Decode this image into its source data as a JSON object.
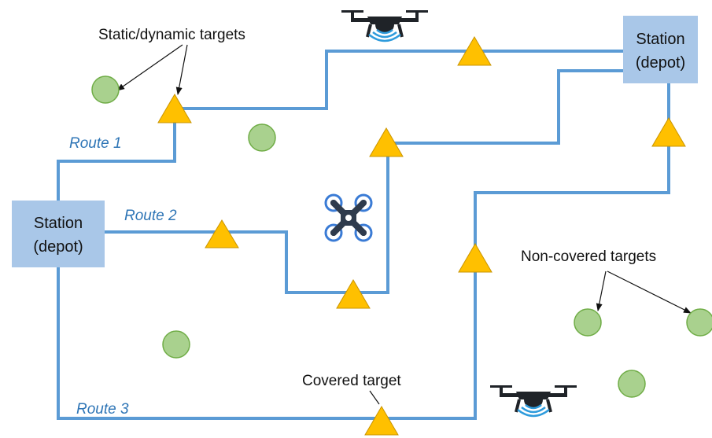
{
  "colors": {
    "route": "#5b9bd5",
    "route_label": "#2e75b6",
    "station_fill": "#a9c7e8",
    "target_circle": "#a9d18e",
    "target_triangle": "#ffc000",
    "drone_dark": "#2f3b4c"
  },
  "stations": {
    "top_right": {
      "line1": "Station",
      "line2": "(depot)"
    },
    "left": {
      "line1": "Station",
      "line2": "(depot)"
    }
  },
  "routes": {
    "route1": "Route 1",
    "route2": "Route 2",
    "route3": "Route 3"
  },
  "annotations": {
    "static_dynamic": "Static/dynamic targets",
    "non_covered": "Non-covered targets",
    "covered": "Covered target"
  },
  "icons": {
    "drone_top": "drone-side-icon",
    "drone_center": "quadcopter-top-icon",
    "drone_bottom": "drone-side-icon"
  }
}
